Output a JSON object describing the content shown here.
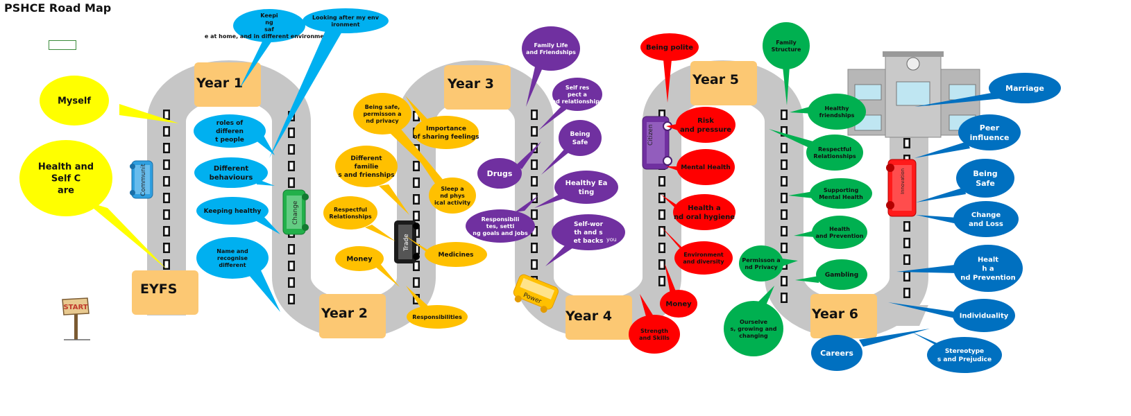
{
  "title": "PSHCE Road Map",
  "years": {
    "eyfs": "EYFS",
    "y1": "Year 1",
    "y2": "Year 2",
    "y3": "Year 3",
    "y4": "Year 4",
    "y5": "Year 5",
    "y6": "Year 6"
  },
  "vehicles": {
    "blue": "Communit",
    "green": "Change",
    "black": "Trade",
    "orange": "Power",
    "purple": "Citizen",
    "red": "Innovation"
  },
  "start_sign": "START",
  "colors": {
    "yellow": "#ffff00",
    "lightblue": "#00b0f0",
    "orange": "#ffc000",
    "purple": "#7030a0",
    "red": "#ff0000",
    "green": "#00b050",
    "darkblue": "#0070c0",
    "box": "#fcc873",
    "road": "#c6c6c6"
  },
  "bubbles": {
    "myself": "Myself",
    "health_self_care": "Health and Self Care",
    "keeping_safe": "Keeping safe at home, and in different environments",
    "looking_after_env": "Looking after my environment",
    "roles": "roles of different people",
    "diff_behaviours": "Different behaviours",
    "keeping_healthy": "Keeping healthy",
    "name_recognise": "Name and recognise different",
    "being_safe_permission": "Being safe, permisson and privacy",
    "importance_feelings": "Importance of sharing feelings",
    "diff_families": "Different families and frienships",
    "sleep_activity": "Sleep and physical activity",
    "respectful_rel_y2": "Respectful Relationships",
    "medicines": "Medicines",
    "money_y2": "Money",
    "responsibilities": "Responsibilities",
    "family_life": "Family Life and Friendships",
    "self_respect": "Self respect and relationships",
    "being_safe_y3": "Being Safe",
    "drugs": "Drugs",
    "healthy_eating": "Healthy Eating",
    "responsibilities_goals": "Responsibilites, setting goals and jobs",
    "self_worth": "Self-worth and set backs",
    "you_tag": "you",
    "being_polite": "Being polite",
    "risk_pressure": "Risk and pressure",
    "mental_health_y4": "Mental Health",
    "health_oral": "Health and oral hygiene",
    "environment_diversity": "Environment and diversity",
    "money_y4": "Money",
    "strength_skills": "Strength and Skills",
    "family_structure": "Family Structure",
    "healthy_friendships": "Healthy friendships",
    "respectful_rel_y5": "Respectful Relationships",
    "supporting_mh": "Supporting Mental Health",
    "health_prevention_y5": "Health and Prevention",
    "permission_privacy": "Permisson and Privacy",
    "gambling": "Gambling",
    "ourselves": "Ourselves, growing and changing",
    "marriage": "Marriage",
    "peer_influence": "Peer influence",
    "being_safe_y6": "Being Safe",
    "change_loss": "Change and Loss",
    "health_prevention_y6": "Health and Prevention",
    "individuality": "Individuality",
    "careers": "Careers",
    "stereotypes": "Stereotypes and Prejudice"
  }
}
